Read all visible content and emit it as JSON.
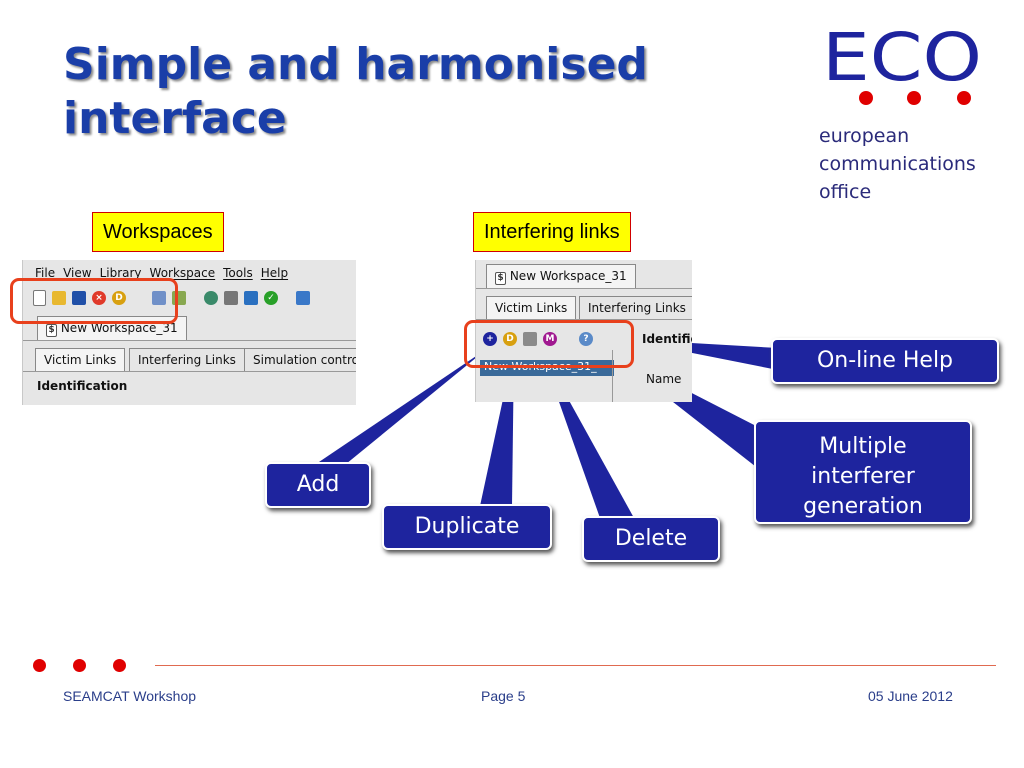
{
  "slide": {
    "title_line1": "Simple and harmonised",
    "title_line2": "interface"
  },
  "logo": {
    "mark": "ECO",
    "line1": "european",
    "line2": "communications",
    "line3": "office"
  },
  "labels": {
    "workspaces": "Workspaces",
    "interfering_links": "Interfering links"
  },
  "left_app": {
    "menu": [
      "File",
      "View",
      "Library",
      "Workspace",
      "Tools",
      "Help"
    ],
    "toolbar_icons": [
      "new-icon",
      "open-folder-icon",
      "save-icon",
      "close-icon",
      "duplicate-icon",
      "import-icon",
      "export-icon",
      "run-icon",
      "trash-icon",
      "edit-icon",
      "check-icon",
      "library-icon"
    ],
    "workspace_tab": "New Workspace_31",
    "tabs": [
      "Victim Links",
      "Interfering Links",
      "Simulation contro"
    ],
    "section": "Identification"
  },
  "right_app": {
    "workspace_tab": "New Workspace_31",
    "tabs": [
      "Victim Links",
      "Interfering Links"
    ],
    "toolbar_icons": [
      "add-icon",
      "duplicate-icon",
      "delete-icon",
      "multiple-interferer-icon",
      "help-icon"
    ],
    "section": "Identific",
    "list_item": "New Workspace_31_",
    "field_label": "Name"
  },
  "callouts": {
    "online_help": "On-line Help",
    "multiple_line1": "Multiple",
    "multiple_line2": "interferer",
    "multiple_line3": "generation",
    "add": "Add",
    "duplicate": "Duplicate",
    "delete": "Delete"
  },
  "footer": {
    "left": "SEAMCAT Workshop",
    "center": "Page 5",
    "right": "05 June 2012"
  },
  "colors": {
    "title": "#1a3ea8",
    "callout_bg": "#1e249e",
    "highlight": "#e8401c",
    "label_bg": "#ffff00",
    "dot": "#e00000"
  }
}
